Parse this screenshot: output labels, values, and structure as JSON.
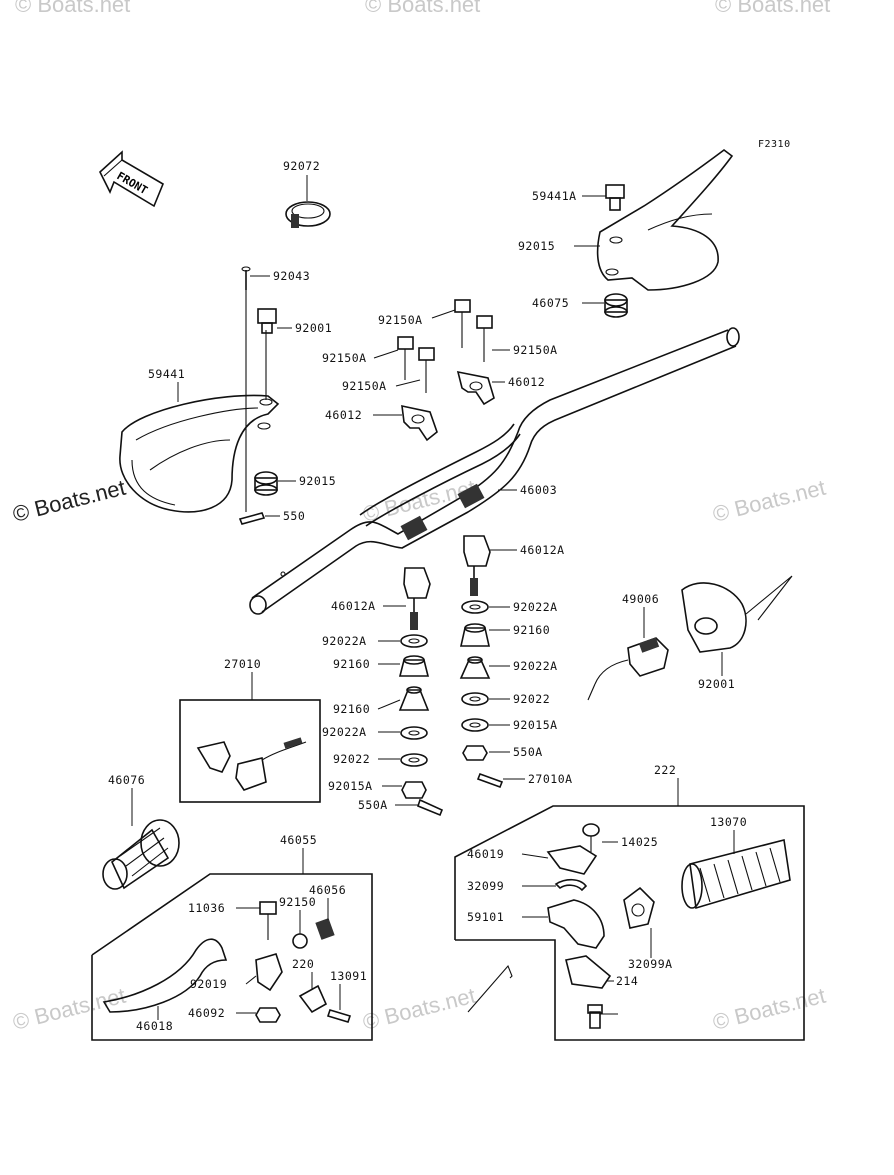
{
  "diagram": {
    "code": "F2310",
    "front_label": "FRONT",
    "watermarks": [
      "© Boats.net",
      "© Boats.net",
      "© Boats.net",
      "© Boats.net",
      "© Boats.net",
      "© Boats.net",
      "© Boats.net",
      "© Boats.net",
      "© Boats.net"
    ],
    "callouts": [
      "92072",
      "92043",
      "92001",
      "92150A",
      "92150A",
      "92150A",
      "92150A",
      "46012",
      "46012",
      "59441",
      "92015",
      "550",
      "46003",
      "46012A",
      "46012A",
      "92022A",
      "92022A",
      "92160",
      "92160",
      "92160",
      "92022A",
      "92022A",
      "92022",
      "92022",
      "92015A",
      "92015A",
      "550A",
      "550A",
      "27010A",
      "27010",
      "49006",
      "92001",
      "59441A",
      "92015",
      "46075",
      "46076",
      "46055",
      "46056",
      "92150",
      "11036",
      "220",
      "13091",
      "92019",
      "46092",
      "46018",
      "222",
      "14025",
      "46019",
      "13070",
      "32099",
      "59101",
      "32099A",
      "214"
    ]
  }
}
